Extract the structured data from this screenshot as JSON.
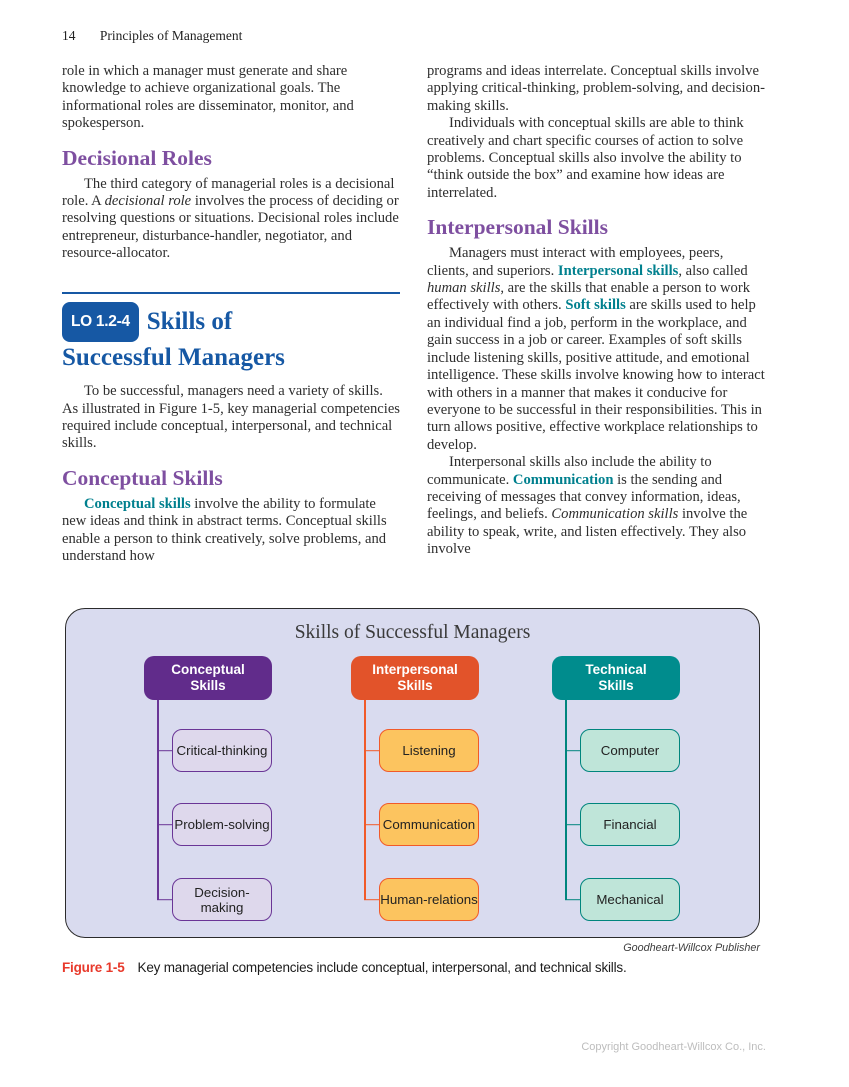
{
  "page_header": {
    "page_number": "14",
    "book_title": "Principles of Management"
  },
  "left_column": {
    "p1": "role in which a manager must generate and share knowledge to achieve organizational goals. The informational roles are disseminator, monitor, and spokesperson.",
    "decisional_heading": "Decisional Roles",
    "p2": [
      "The third category of managerial roles is a decisional role. A ",
      "decisional role",
      " involves the process of deciding or resolving questions or situations. Decisional roles include entrepreneur, disturbance-handler, negotiator, and resource-allocator."
    ],
    "lo_badge": "LO 1.2-4",
    "lo_heading_line1": "Skills of",
    "lo_heading_line2": "Successful Managers",
    "p3": "To be successful, managers need a variety of skills. As illustrated in Figure 1-5, key managerial competencies required include conceptual, interpersonal, and technical skills.",
    "conceptual_heading": "Conceptual Skills",
    "p4": [
      "Conceptual skills",
      " involve the ability to formulate new ideas and think in abstract terms. Conceptual skills enable a person to think creatively, solve problems, and understand how"
    ]
  },
  "right_column": {
    "p5": "programs and ideas interrelate. Conceptual skills involve applying critical-thinking, problem-solving, and decision-making skills.",
    "p6": "Individuals with conceptual skills are able to think creatively and chart specific courses of action to solve problems. Conceptual skills also involve the ability to “think outside the box” and examine how ideas are interrelated.",
    "interpersonal_heading": "Interpersonal Skills",
    "p7": [
      "Managers must interact with employees, peers, clients, and superiors. ",
      "Interpersonal skills",
      ", also called ",
      "human skills",
      ", are the skills that enable a person to work effectively with others. ",
      "Soft skills",
      " are skills used to help an individual find a job, perform in the workplace, and gain success in a job or career. Examples of soft skills include listening skills, positive attitude, and emotional intelligence. These skills involve knowing how to interact with others in a manner that makes it conducive for everyone to be successful in their responsibilities. This in turn allows positive, effective workplace relationships to develop."
    ],
    "p8": [
      "Interpersonal skills also include the ability to communicate. ",
      "Communication",
      " is the sending and receiving of messages that convey information, ideas, feelings, and beliefs. ",
      "Communication skills",
      " involve the ability to speak, write, and listen effectively. They also involve"
    ]
  },
  "figure": {
    "title": "Skills of Successful Managers",
    "credit": "Goodheart-Willcox Publisher",
    "columns": [
      {
        "label_line1": "Conceptual",
        "label_line2": "Skills",
        "head_color": "#612c8b",
        "item_fill": "#ded8ec",
        "line_color": "#6a3596",
        "items": [
          "Critical-thinking",
          "Problem-solving",
          "Decision-making"
        ]
      },
      {
        "label_line1": "Interpersonal",
        "label_line2": "Skills",
        "head_color": "#e2532a",
        "item_fill": "#fcc45f",
        "line_color": "#f15a29",
        "items": [
          "Listening",
          "Communication",
          "Human-relations"
        ]
      },
      {
        "label_line1": "Technical",
        "label_line2": "Skills",
        "head_color": "#008c8d",
        "item_fill": "#bfe5d9",
        "line_color": "#00857d",
        "items": [
          "Computer",
          "Financial",
          "Mechanical"
        ]
      }
    ]
  },
  "caption": {
    "label": "Figure 1-5",
    "text": "Key managerial competencies include conceptual, interpersonal, and technical skills."
  },
  "footer": {
    "copyright": "Copyright Goodheart-Willcox Co., Inc."
  },
  "colors": {
    "accent_blue": "#1658a4",
    "heading_purple": "#7e4fa0",
    "keyterm_teal": "#00808e",
    "caption_red": "#e8392b",
    "figure_background": "#d9dbef"
  }
}
